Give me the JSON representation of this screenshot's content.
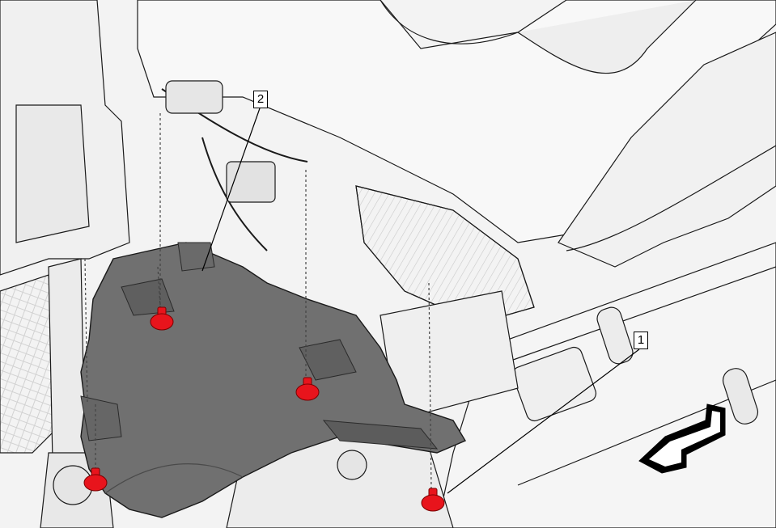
{
  "callouts": [
    {
      "id": "1",
      "label": "1"
    },
    {
      "id": "2",
      "label": "2"
    }
  ],
  "colors": {
    "panel": "#707070",
    "fastener": "#e8141c",
    "structure": "#f2f2f2",
    "outline": "#1a1a1a",
    "arrow": "#000000"
  },
  "icons": {
    "direction_arrow": "bent-arrow-left-icon",
    "fastener": "push-pin-fastener-icon"
  }
}
